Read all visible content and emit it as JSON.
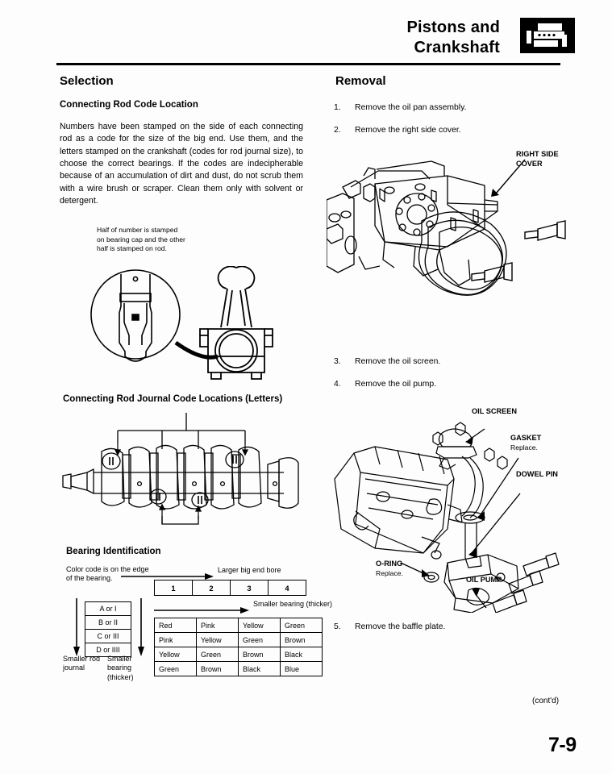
{
  "header": {
    "title_line1": "Pistons and",
    "title_line2": "Crankshaft",
    "icon": "engine-block-icon"
  },
  "left_column": {
    "section_heading": "Selection",
    "subsection_heading": "Connecting Rod Code Location",
    "paragraph": "Numbers have been stamped on the side of each connecting rod as a code for the size of the big end. Use them, and the letters stamped on the crankshaft (codes for rod journal size), to choose the correct bearings. If the codes are indecipherable because of an accumulation of dirt and dust, do not scrub them with a wire brush or scraper. Clean them only with solvent or detergent.",
    "rod_callout": "Half of number is stamped on bearing cap and the other half is stamped on rod.",
    "journal_code_heading": "Connecting Rod Journal Code Locations (Letters)",
    "bearing_identification": {
      "heading": "Bearing Identification",
      "color_code_note": "Color code is on the edge of the bearing.",
      "arrow_top_caption": "Larger big end bore",
      "arrow_mid_caption": "Smaller bearing (thicker)",
      "number_codes": [
        "1",
        "2",
        "3",
        "4"
      ],
      "letter_codes": [
        "A or I",
        "B or II",
        "C or III",
        "D or IIII"
      ],
      "caption_left": "Smaller rod journal",
      "caption_right": "Smaller bearing (thicker)",
      "color_matrix": [
        [
          "Red",
          "Pink",
          "Yellow",
          "Green"
        ],
        [
          "Pink",
          "Yellow",
          "Green",
          "Brown"
        ],
        [
          "Yellow",
          "Green",
          "Brown",
          "Black"
        ],
        [
          "Green",
          "Brown",
          "Black",
          "Blue"
        ]
      ]
    }
  },
  "right_column": {
    "section_heading": "Removal",
    "steps": [
      {
        "num": "1.",
        "text": "Remove the oil pan assembly."
      },
      {
        "num": "2.",
        "text": "Remove the right side cover."
      },
      {
        "num": "3.",
        "text": "Remove the oil screen."
      },
      {
        "num": "4.",
        "text": "Remove the oil pump."
      },
      {
        "num": "5.",
        "text": "Remove the baffle plate."
      }
    ],
    "figure1_labels": {
      "right_side_cover_l1": "RIGHT SIDE",
      "right_side_cover_l2": "COVER"
    },
    "figure2_labels": {
      "oil_screen": "OIL SCREEN",
      "gasket": "GASKET",
      "gasket_sub": "Replace.",
      "dowel_pin": "DOWEL PIN",
      "oring": "O-RING",
      "oring_sub": "Replace.",
      "oil_pump": "OIL PUMP"
    }
  },
  "footer": {
    "contd": "(cont'd)",
    "page_number": "7-9"
  }
}
